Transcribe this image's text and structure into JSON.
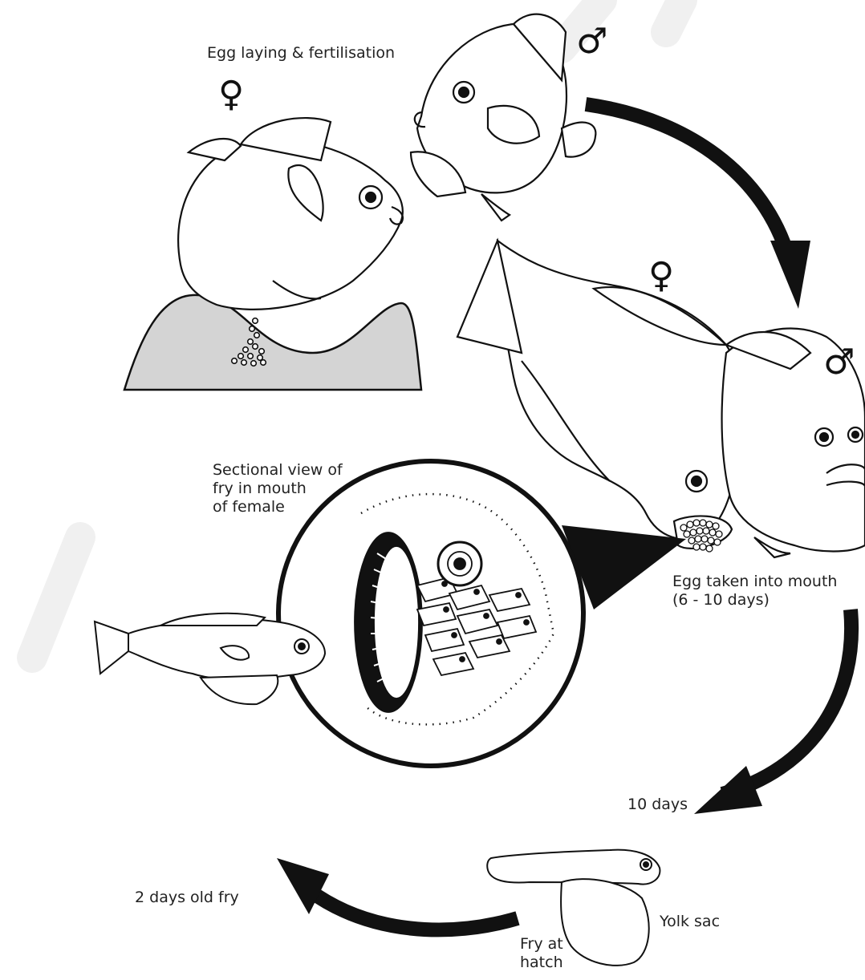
{
  "labels": {
    "egg_laying": "Egg laying & fertilisation",
    "sectional_view": "Sectional view of\nfry in mouth\nof female",
    "egg_taken": "Egg taken into mouth\n(6 - 10 days)",
    "ten_days": "10 days",
    "yolk_sac": "Yolk sac",
    "fry_at_hatch": "Fry at\nhatch",
    "two_days_old_fry": "2 days old fry"
  },
  "symbols": {
    "female": "♀",
    "male": "♂"
  },
  "colors": {
    "ink": "#111111",
    "nest_fill": "#d4d4d4",
    "watermark": "#f0f0f0"
  }
}
